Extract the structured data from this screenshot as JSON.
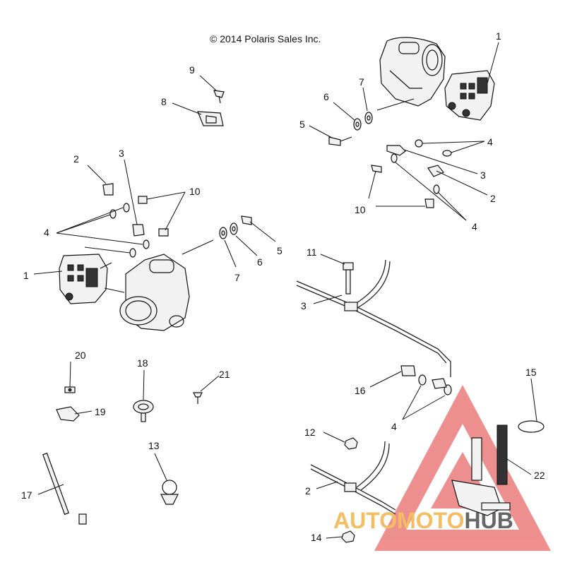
{
  "copyright": "© 2014 Polaris Sales Inc.",
  "watermark": {
    "part1": "AUTO",
    "part2": "MOTO",
    "part3": "HUB",
    "colors": {
      "orange": "#f0a830",
      "red": "#e05050",
      "dark": "#333333"
    }
  },
  "callouts": {
    "c1a": "1",
    "c1b": "1",
    "c2a": "2",
    "c2b": "2",
    "c2c": "2",
    "c3a": "3",
    "c3b": "3",
    "c3c": "3",
    "c4a": "4",
    "c4b": "4",
    "c4c": "4",
    "c4d": "4",
    "c5a": "5",
    "c5b": "5",
    "c6a": "6",
    "c6b": "6",
    "c7a": "7",
    "c7b": "7",
    "c8": "8",
    "c9": "9",
    "c10a": "10",
    "c10b": "10",
    "c11": "11",
    "c12": "12",
    "c13": "13",
    "c14": "14",
    "c15": "15",
    "c16": "16",
    "c17": "17",
    "c18": "18",
    "c19": "19",
    "c20": "20",
    "c21": "21",
    "c22": "22"
  }
}
